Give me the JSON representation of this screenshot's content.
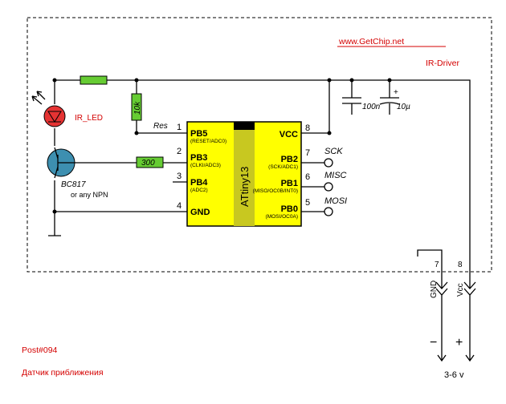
{
  "website": "www.GetChip.net",
  "title": "IR-Driver",
  "post": "Post#094",
  "description": "Датчик приближения",
  "supply": "3-6 v",
  "polarity": {
    "minus": "−",
    "plus": "+"
  },
  "chip": {
    "name": "ATtiny13",
    "left_pins": [
      {
        "num": "1",
        "name": "PB5",
        "sub": "(RESET/ADC0)"
      },
      {
        "num": "2",
        "name": "PB3",
        "sub": "(CLKI/ADC3)"
      },
      {
        "num": "3",
        "name": "PB4",
        "sub": "(ADC2)"
      },
      {
        "num": "4",
        "name": "GND",
        "sub": ""
      }
    ],
    "right_pins": [
      {
        "num": "8",
        "name": "VCC",
        "sub": ""
      },
      {
        "num": "7",
        "name": "PB2",
        "sub": "(SCK/ADC1)"
      },
      {
        "num": "6",
        "name": "PB1",
        "sub": "(MISO/OC0B/INT0)"
      },
      {
        "num": "5",
        "name": "PB0",
        "sub": "(MOSI/OC0A)"
      }
    ]
  },
  "components": {
    "pullup": "10k",
    "base_resistor": "300",
    "cap1": "100n",
    "cap2": "10µ",
    "cap2_plus": "+",
    "led": "IR_LED",
    "transistor": "BC817",
    "transistor_note": "or any NPN",
    "reset_label": "Res"
  },
  "signals": {
    "sck": "SCK",
    "misc": "MISC",
    "mosi": "MOSI"
  },
  "connector": {
    "pin_gnd_num": "7",
    "pin_vcc_num": "8",
    "gnd_label": "GND",
    "vcc_label": "Vcc"
  },
  "colors": {
    "chip_body": "#ffff00",
    "chip_stripe": "#c8c820",
    "resistor": "#66cc33",
    "led": "#e53333",
    "transistor": "#3d8fb0",
    "accent_text": "#d40000"
  }
}
